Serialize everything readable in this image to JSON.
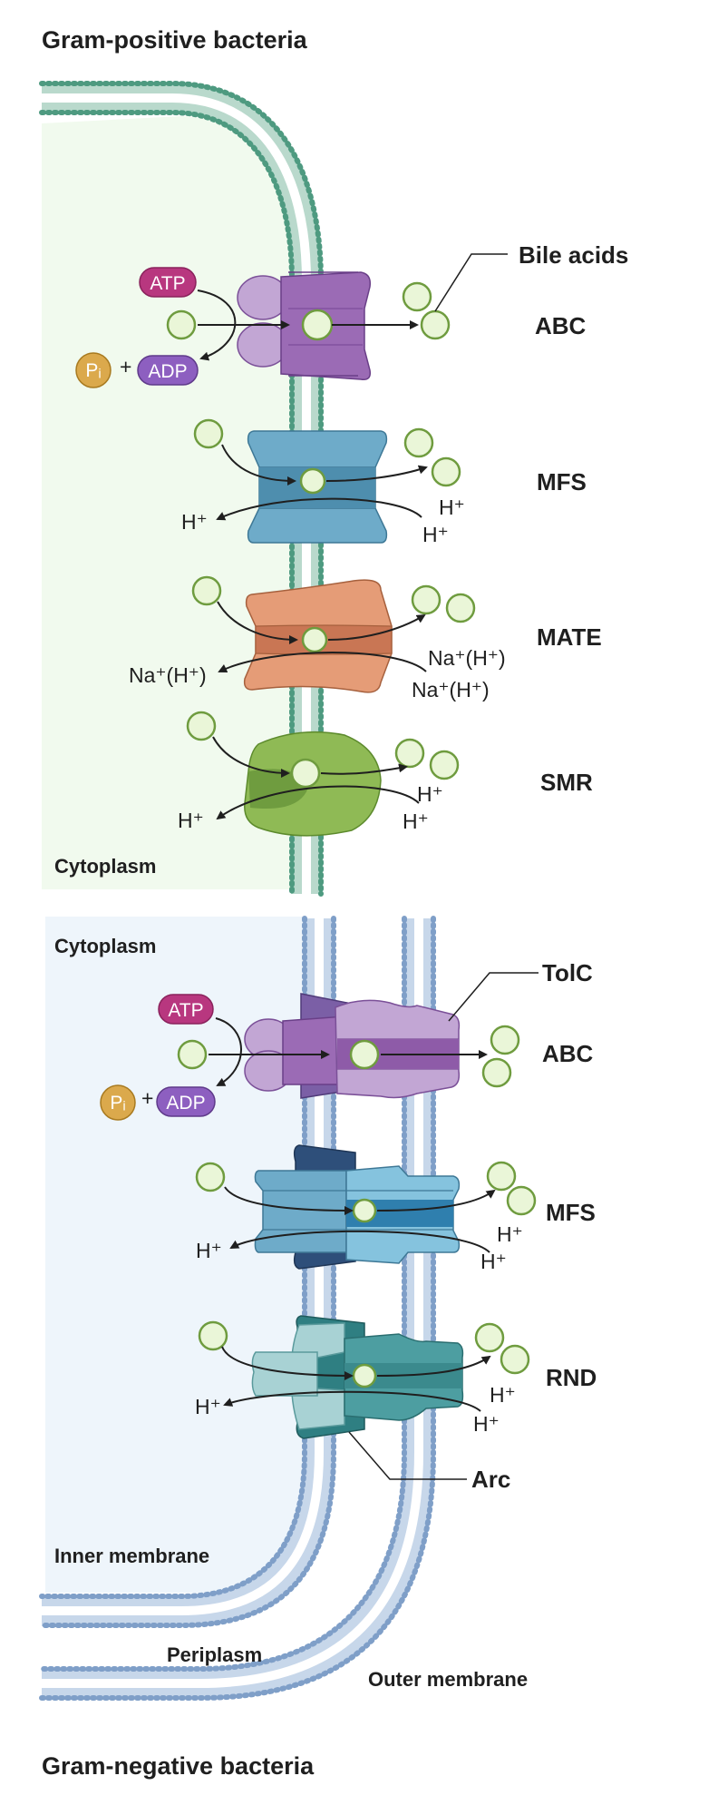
{
  "gram_positive": {
    "title": "Gram-positive bacteria",
    "cytoplasm_label": "Cytoplasm",
    "callout": "Bile acids",
    "families": {
      "abc": "ABC",
      "mfs": "MFS",
      "mate": "MATE",
      "smr": "SMR"
    },
    "ions": {
      "mfs_in": "H⁺",
      "mfs_out_1": "H⁺",
      "mfs_out_2": "H⁺",
      "mate_in": "Na⁺(H⁺)",
      "mate_out_1": "Na⁺(H⁺)",
      "mate_out_2": "Na⁺(H⁺)",
      "smr_in": "H⁺",
      "smr_out_1": "H⁺",
      "smr_out_2": "H⁺"
    },
    "atp": "ATP",
    "adp": "ADP",
    "pi": "Pᵢ",
    "plus": "+"
  },
  "gram_negative": {
    "title": "Gram-negative bacteria",
    "cytoplasm_label": "Cytoplasm",
    "inner_membrane_label": "Inner membrane",
    "periplasm_label": "Periplasm",
    "outer_membrane_label": "Outer membrane",
    "tolc_label": "TolC",
    "arc_label": "Arc",
    "families": {
      "abc": "ABC",
      "mfs": "MFS",
      "rnd": "RND"
    },
    "ions": {
      "mfs_in": "H⁺",
      "mfs_out_1": "H⁺",
      "mfs_out_2": "H⁺",
      "rnd_in": "H⁺",
      "rnd_out_1": "H⁺",
      "rnd_out_2": "H⁺"
    },
    "atp": "ATP",
    "adp": "ADP",
    "pi": "Pᵢ",
    "plus": "+"
  },
  "colors": {
    "gp_cytoplasm_bg": "#f1faee",
    "gn_cytoplasm_bg": "#eef5fb",
    "gp_membrane_head": "#4e9a80",
    "gn_membrane_head": "#7f9fc8",
    "bile_acid_fill": "#eaf6d8",
    "bile_acid_stroke": "#6f9c3f",
    "atp_pill": "#b8377f",
    "adp_pill": "#8d5fc0",
    "pi_circle": "#dba94c",
    "abc": "#9b6bb5",
    "mfs": "#6eabc9",
    "mate": "#e59c77",
    "smr": "#8fba55",
    "rnd": "#3f8b8f"
  },
  "icons": [
    "bile-acid-molecule-icon",
    "atp-pill-icon",
    "adp-pill-icon",
    "phosphate-icon",
    "flow-arrow-icon"
  ]
}
